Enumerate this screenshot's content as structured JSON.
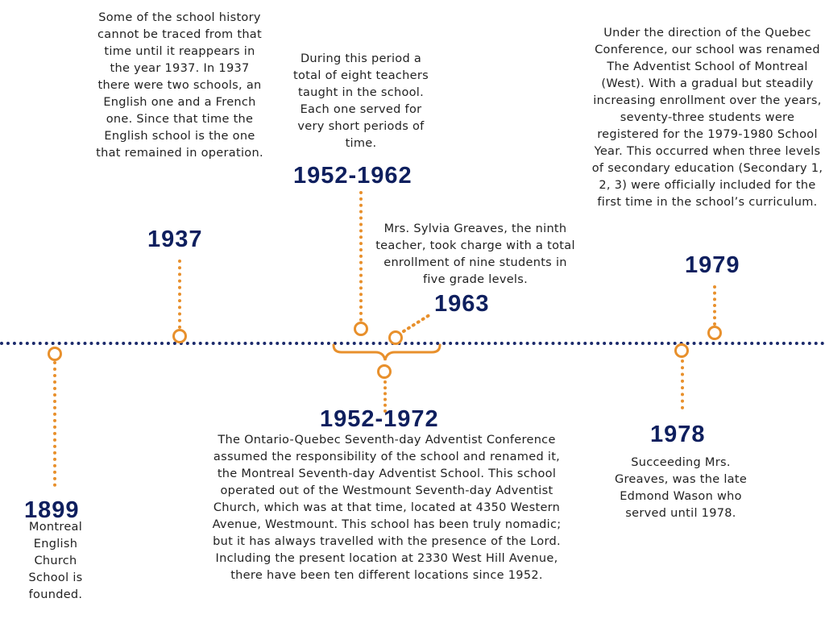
{
  "colors": {
    "axis": "#1b2a6b",
    "accent": "#e8902c",
    "year_text": "#0e1f5e",
    "body_text": "#222222"
  },
  "events": {
    "e1899": {
      "year": "1899",
      "text": "Montreal English Church School is founded."
    },
    "e1937": {
      "year": "1937",
      "text": "Some of the school history cannot be traced from that time until it reappears in the year 1937. In 1937 there were two schools, an English one and a French one. Since that time the English school is the one that remained in operation."
    },
    "e1952_1962": {
      "year": "1952-1962",
      "text": "During this period a total of eight teachers taught in the school. Each one served for very short periods of time."
    },
    "e1963": {
      "year": "1963",
      "text": "Mrs. Sylvia Greaves, the ninth teacher, took charge with a total enrollment of nine students in five grade levels."
    },
    "e1952_1972": {
      "year": "1952-1972",
      "text": "The Ontario-Quebec Seventh-day Adventist Conference assumed the responsibility of the school and renamed it, the Montreal Seventh-day Adventist School.  This school operated out of the Westmount Seventh-day Adventist Church, which was at that time, located at 4350 Western Avenue, Westmount. This school has been truly nomadic; but it has always travelled with the presence of the Lord. Including the present location at 2330 West Hill Avenue, there have been ten different locations since 1952."
    },
    "e1978": {
      "year": "1978",
      "text": "Succeeding Mrs. Greaves, was the late Edmond Wason who served until 1978."
    },
    "e1979": {
      "year": "1979",
      "text": "Under the direction of the Quebec Conference, our school was renamed The Adventist School of Montreal (West). With a gradual but steadily increasing enrollment over the years, seventy-three students were registered for the 1979-1980 School Year. This occurred when three levels of secondary education (Secondary 1, 2, 3) were officially included for the first time in the school’s curriculum."
    }
  }
}
